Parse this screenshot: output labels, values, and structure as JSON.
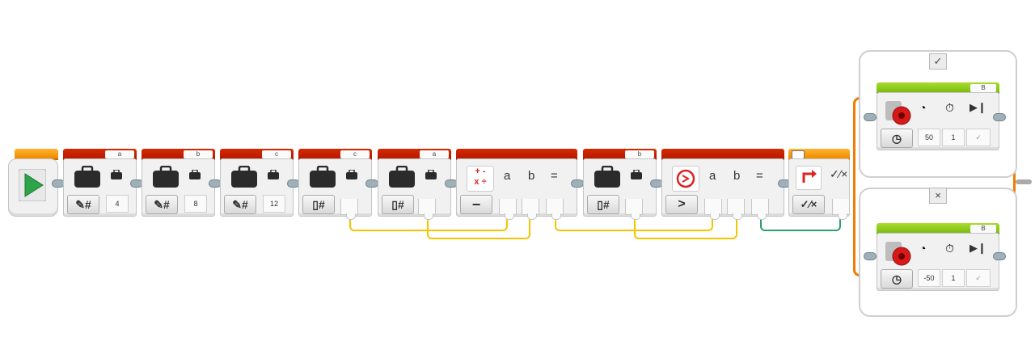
{
  "colors": {
    "wire_yellow": "#f4c400",
    "wire_green": "#2e9e6e",
    "switch_orange": "#f07d00"
  },
  "start_block": {
    "icon": "play-icon"
  },
  "variable_blocks": [
    {
      "name": "a",
      "mode": "write-numeric",
      "value": "4"
    },
    {
      "name": "b",
      "mode": "write-numeric",
      "value": "8"
    },
    {
      "name": "c",
      "mode": "write-numeric",
      "value": "12"
    },
    {
      "name": "c",
      "mode": "read-numeric"
    },
    {
      "name": "a",
      "mode": "read-numeric"
    }
  ],
  "math_block": {
    "operator": "−",
    "input_a": "a",
    "input_b": "b",
    "output": "="
  },
  "variable_read_b": {
    "name": "b",
    "mode": "read-numeric"
  },
  "compare_block": {
    "operator": ">",
    "input_a": "a",
    "input_b": "b",
    "output": "="
  },
  "switch": {
    "true_case_label": "✓",
    "false_case_label": "×",
    "true_motor": {
      "port": "B",
      "power": "50",
      "rotations": "1"
    },
    "false_motor": {
      "port": "B",
      "power": "-50",
      "rotations": "1"
    }
  }
}
